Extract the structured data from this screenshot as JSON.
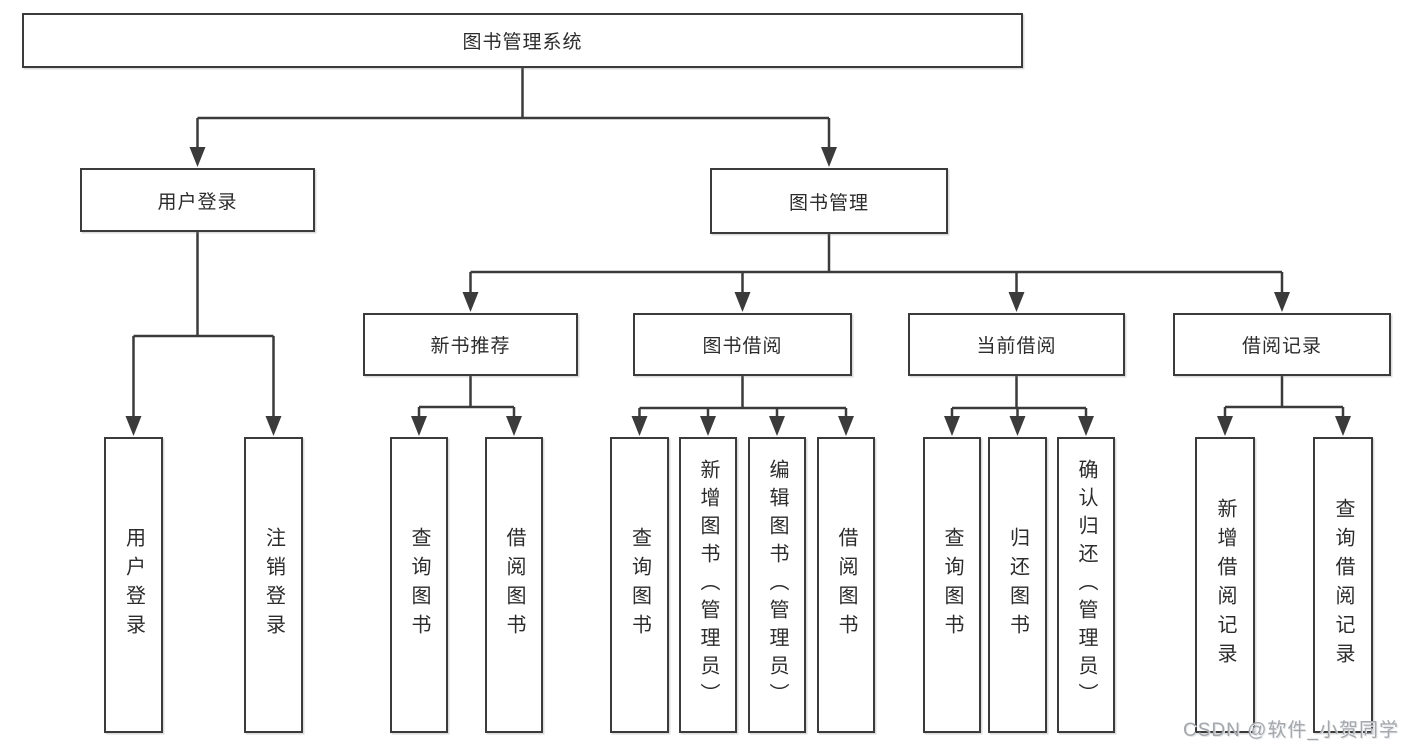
{
  "diagram": {
    "root": {
      "label": "图书管理系统"
    },
    "branches": [
      {
        "label": "用户登录",
        "children": [
          {
            "label": "用户登录"
          },
          {
            "label": "注销登录"
          }
        ]
      },
      {
        "label": "图书管理",
        "children": [
          {
            "label": "新书推荐",
            "children": [
              {
                "label": "查询图书"
              },
              {
                "label": "借阅图书"
              }
            ]
          },
          {
            "label": "图书借阅",
            "children": [
              {
                "label": "查询图书"
              },
              {
                "label": "新增图书（管理员）"
              },
              {
                "label": "编辑图书（管理员）"
              },
              {
                "label": "借阅图书"
              }
            ]
          },
          {
            "label": "当前借阅",
            "children": [
              {
                "label": "查询图书"
              },
              {
                "label": "归还图书"
              },
              {
                "label": "确认归还（管理员）"
              }
            ]
          },
          {
            "label": "借阅记录",
            "children": [
              {
                "label": "新增借阅记录"
              },
              {
                "label": "查询借阅记录"
              }
            ]
          }
        ]
      }
    ]
  },
  "watermark": {
    "text": "CSDN @软件_小贺同学"
  },
  "colors": {
    "line": "#3b3b3b",
    "text": "#2c2c2c",
    "background": "#ffffff",
    "watermark": "#a4a8ac"
  }
}
